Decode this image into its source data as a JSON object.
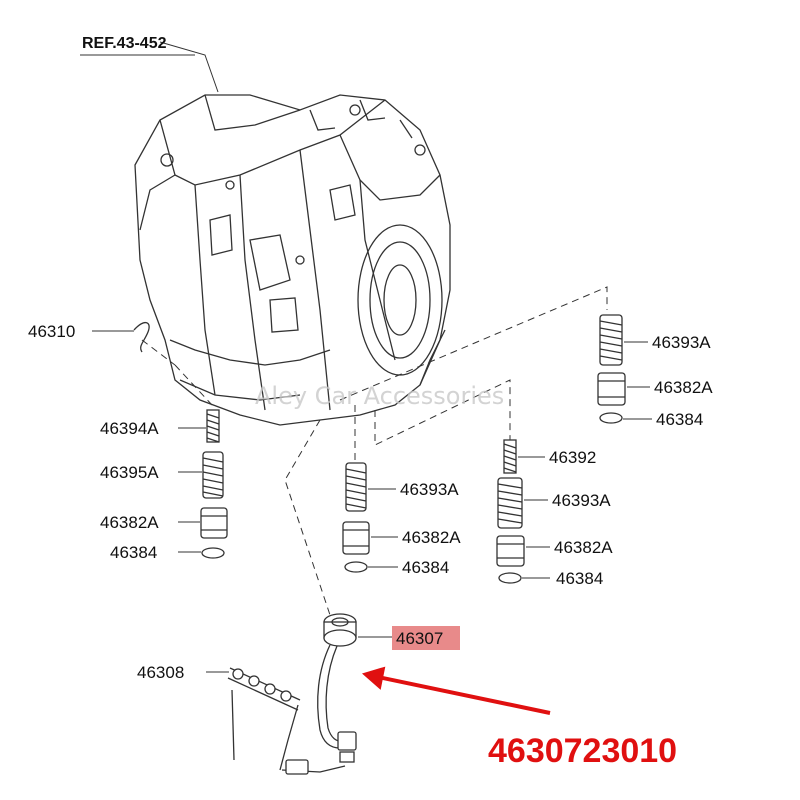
{
  "reference": "REF.43-452",
  "watermark": "Aley Car Accessories",
  "highlighted_part": "46307",
  "callout_part_number": "4630723010",
  "colors": {
    "callout": "#e01010",
    "highlight_fill": "#e88a8a",
    "ink": "#333333"
  },
  "labels": {
    "p46310": "46310",
    "left_46394A": "46394A",
    "left_46395A": "46395A",
    "left_46382A": "46382A",
    "left_46384": "46384",
    "mid_46393A": "46393A",
    "mid_46382A": "46382A",
    "mid_46384": "46384",
    "cr_46392": "46392",
    "cr_46393A": "46393A",
    "cr_46382A": "46382A",
    "cr_46384": "46384",
    "fr_46393A": "46393A",
    "fr_46382A": "46382A",
    "fr_46384": "46384",
    "p46308": "46308"
  }
}
